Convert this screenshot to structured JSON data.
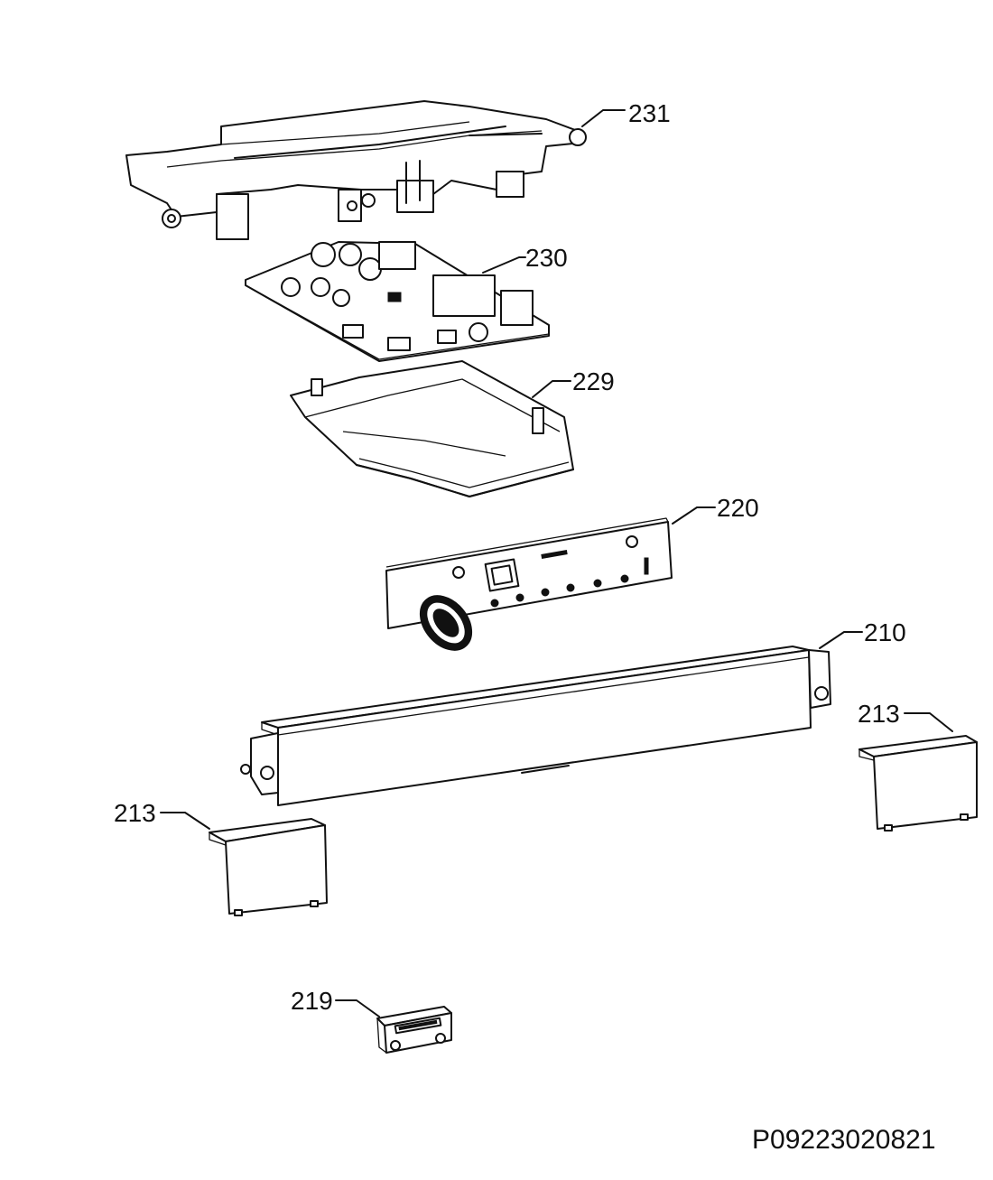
{
  "diagram": {
    "parts": [
      {
        "id": "housing-top",
        "label": "231"
      },
      {
        "id": "main-pcb",
        "label": "230"
      },
      {
        "id": "pcb-tray",
        "label": "229"
      },
      {
        "id": "control-pcb",
        "label": "220"
      },
      {
        "id": "control-panel",
        "label": "210"
      },
      {
        "id": "end-cap-right",
        "label": "213"
      },
      {
        "id": "end-cap-left",
        "label": "213"
      },
      {
        "id": "clip",
        "label": "219"
      }
    ],
    "document_code": "P09223020821"
  }
}
